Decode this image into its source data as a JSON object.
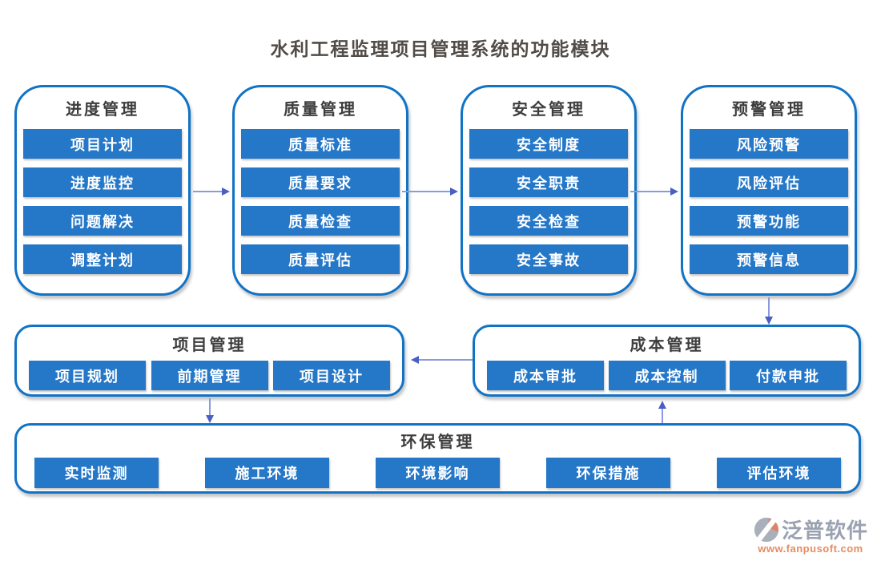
{
  "title": "水利工程监理项目管理系统的功能模块",
  "colors": {
    "button-blue": "#2577c8",
    "border-blue": "#1173c5",
    "arrow-line": "#8b9ade",
    "arrow-head": "#4a5fc4",
    "title-text": "#514c47",
    "header-text": "#3d3d3d",
    "button-text": "#ffffff",
    "brand-gray": "#9aa2b2",
    "brand-orange": "#e98a5f"
  },
  "modules": {
    "top_row": [
      {
        "header": "进度管理",
        "items": [
          "项目计划",
          "进度监控",
          "问题解决",
          "调整计划"
        ]
      },
      {
        "header": "质量管理",
        "items": [
          "质量标准",
          "质量要求",
          "质量检查",
          "质量评估"
        ]
      },
      {
        "header": "安全管理",
        "items": [
          "安全制度",
          "安全职责",
          "安全检查",
          "安全事故"
        ]
      },
      {
        "header": "预警管理",
        "items": [
          "风险预警",
          "风险评估",
          "预警功能",
          "预警信息"
        ]
      }
    ],
    "middle_row": [
      {
        "header": "项目管理",
        "items": [
          "项目规划",
          "前期管理",
          "项目设计"
        ]
      },
      {
        "header": "成本管理",
        "items": [
          "成本审批",
          "成本控制",
          "付款申批"
        ]
      }
    ],
    "bottom_row": [
      {
        "header": "环保管理",
        "items": [
          "实时监测",
          "施工环境",
          "环境影响",
          "环保措施",
          "评估环境"
        ]
      }
    ]
  },
  "watermark": {
    "brand": "泛普软件",
    "url": "www.fanpusoft.com"
  },
  "footer": {
    "brand": "泛普软件",
    "url": "www.fanpusoft.com"
  }
}
